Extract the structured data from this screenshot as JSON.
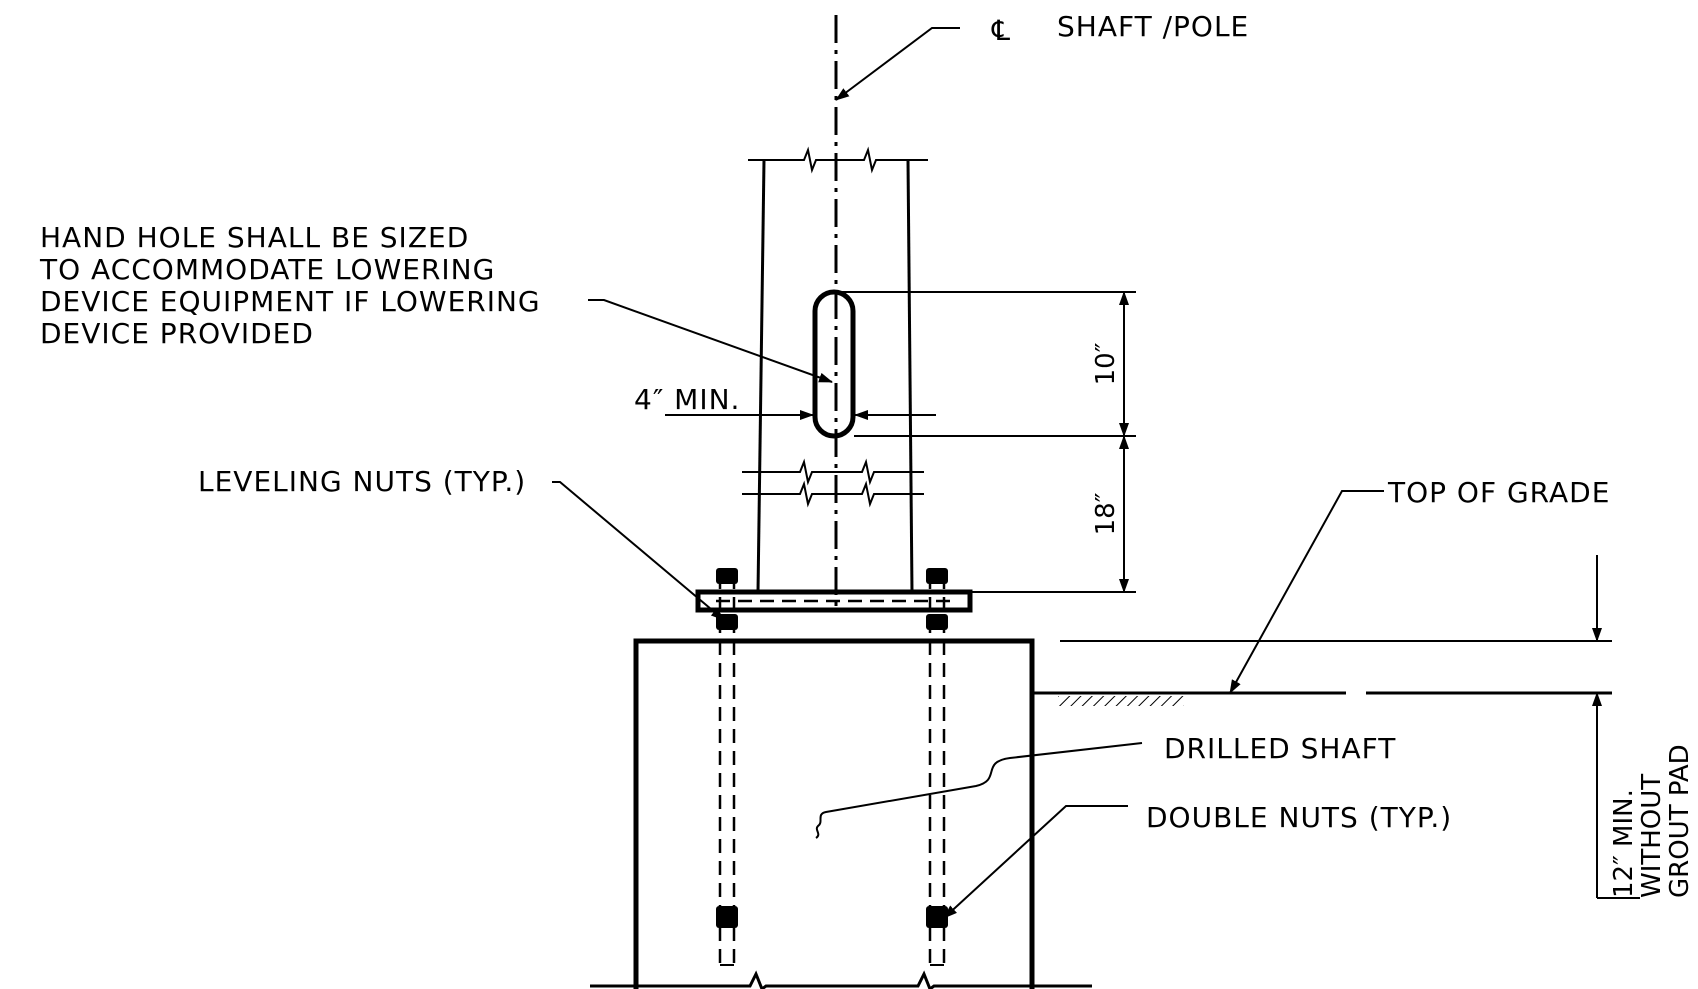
{
  "labels": {
    "centerline_symbol": "℄",
    "centerline": "SHAFT /POLE",
    "hand_hole_line1": "HAND  HOLE  SHALL  BE  SIZED",
    "hand_hole_line2": "TO  ACCOMMODATE  LOWERING",
    "hand_hole_line3": "DEVICE  EQUIPMENT  IF  LOWERING",
    "hand_hole_line4": "DEVICE  PROVIDED",
    "min_width": "4″  MIN.",
    "leveling_nuts": "LEVELING  NUTS  (TYP.)",
    "top_of_grade": "TOP  OF  GRADE",
    "drilled_shaft": "DRILLED  SHAFT",
    "double_nuts": "DOUBLE  NUTS  (TYP.)",
    "dim_hand_hole": "10″",
    "dim_above_base": "18″",
    "grout_line1": "12″ MIN.",
    "grout_line2": "WITHOUT",
    "grout_line3": "GROUT PAD"
  }
}
